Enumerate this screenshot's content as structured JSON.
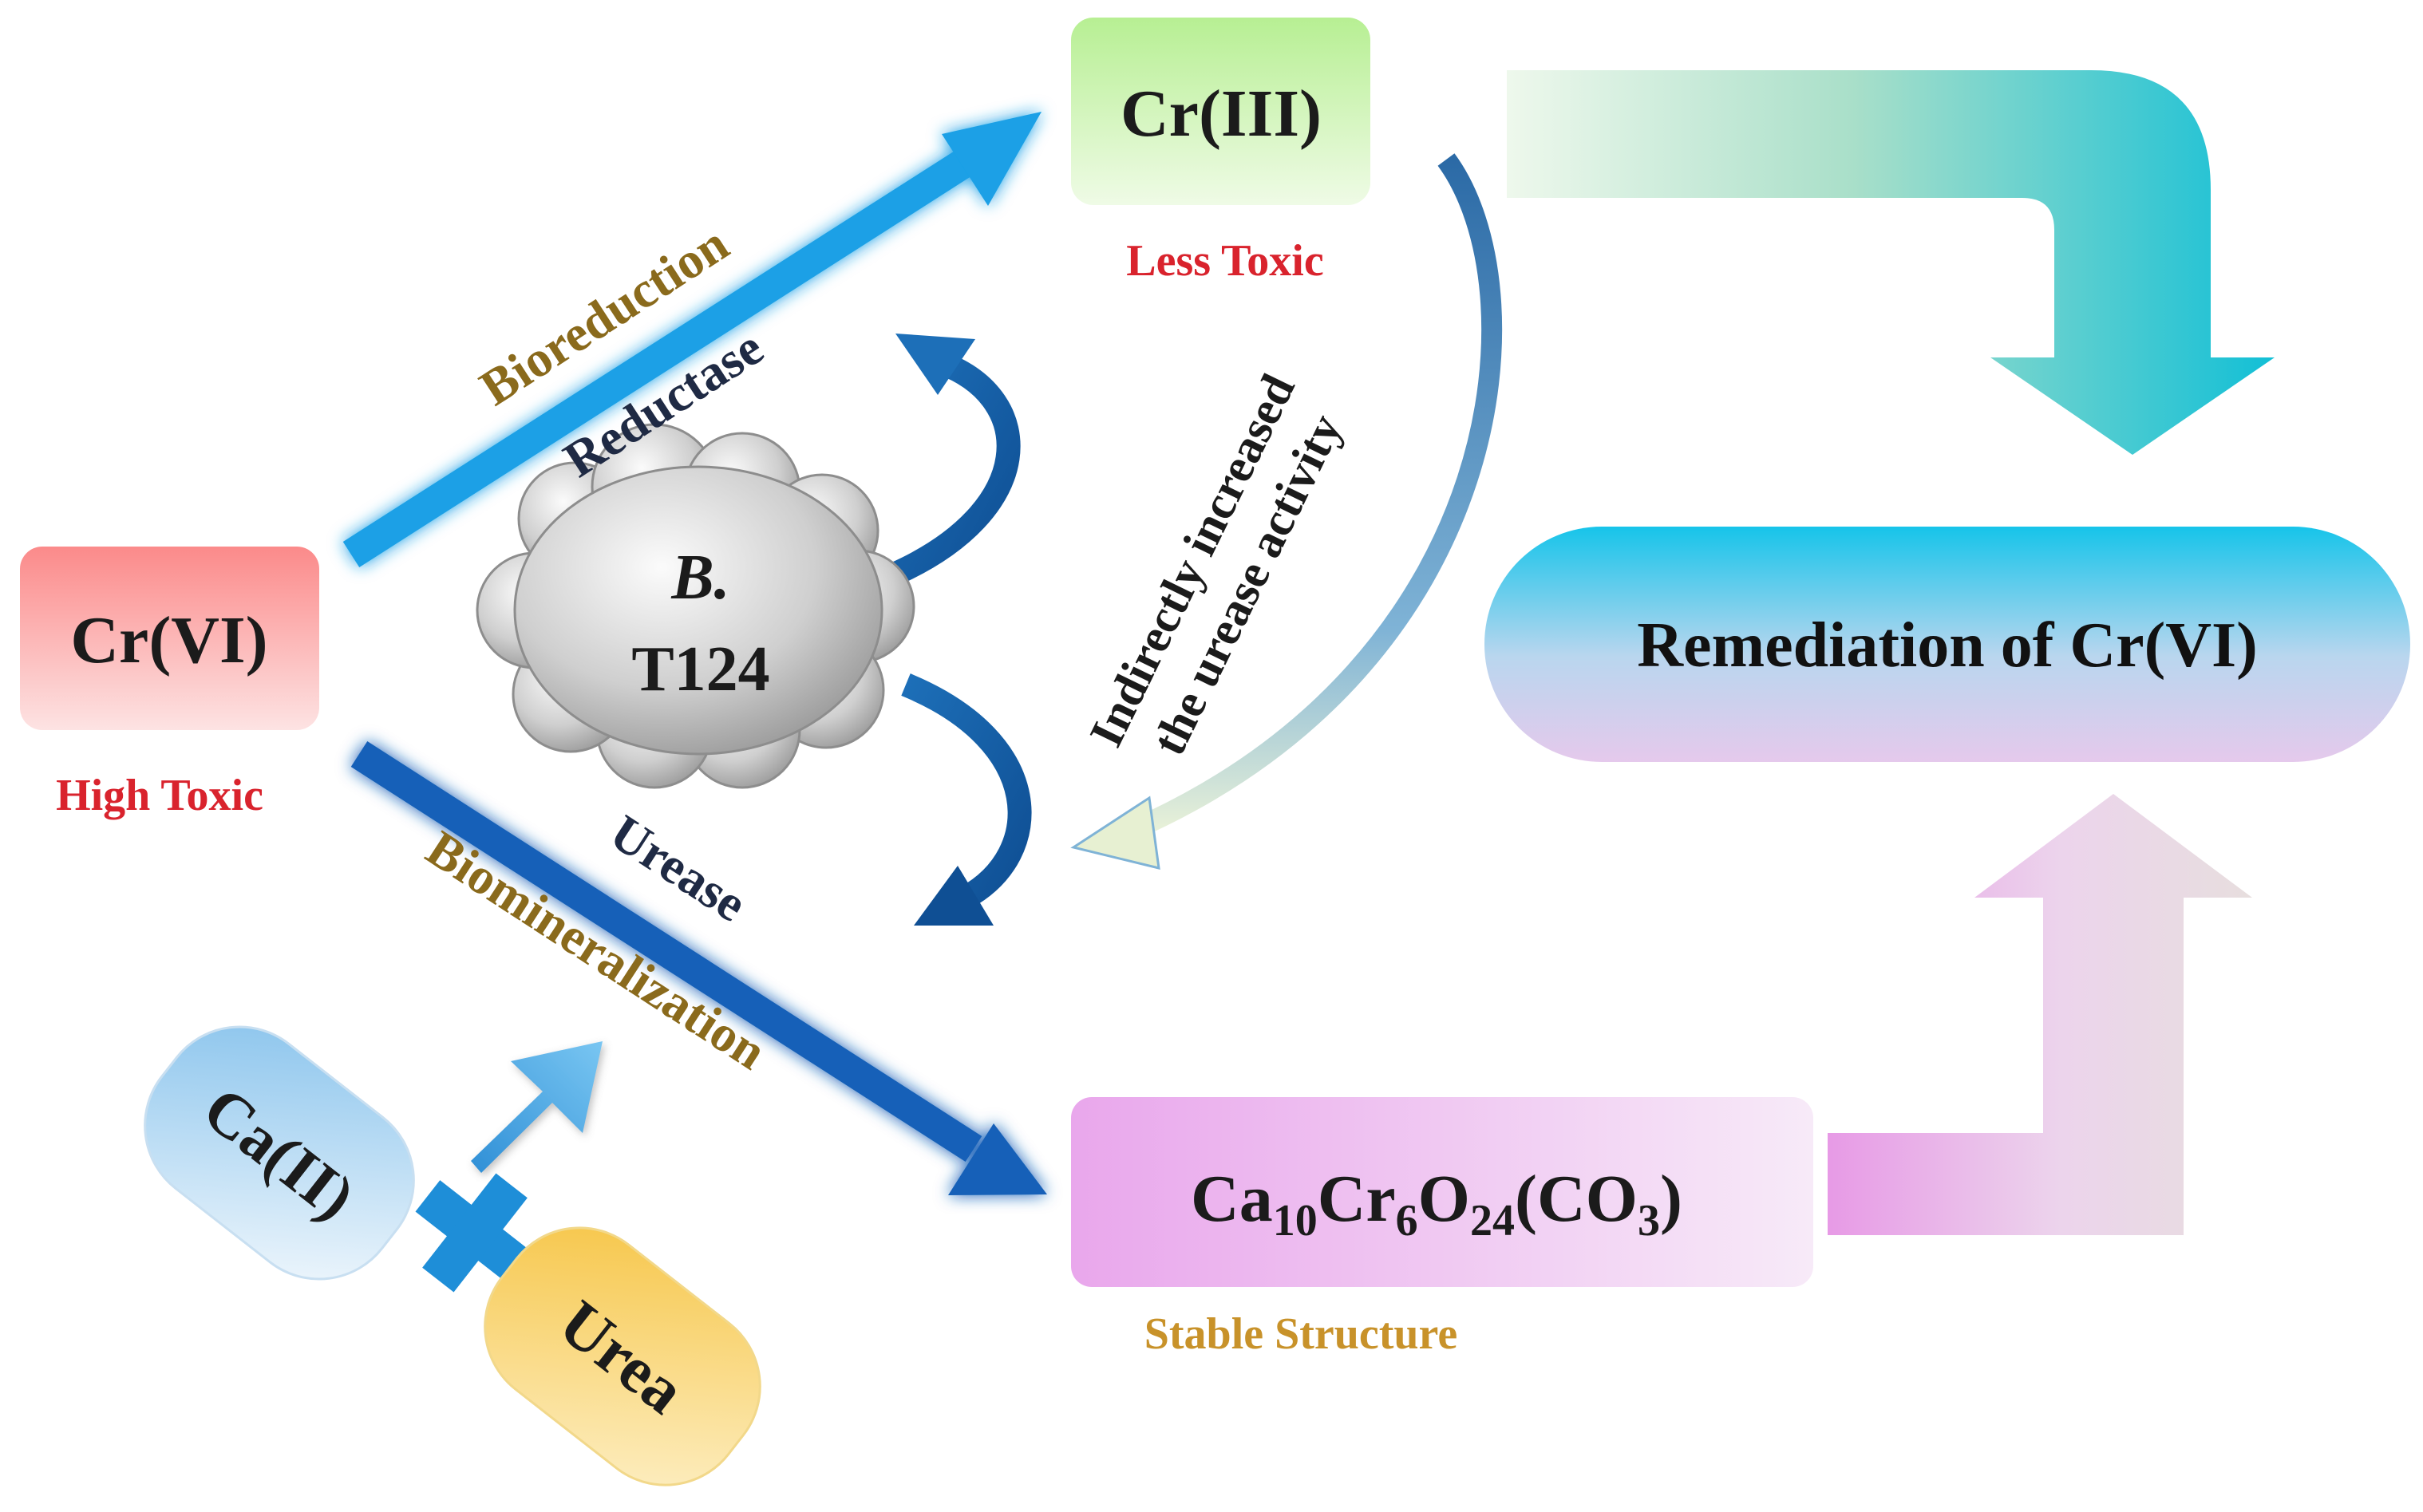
{
  "nodes": {
    "cr6": {
      "label": "Cr(VI)",
      "sub": "High Toxic"
    },
    "cr3": {
      "label": "Cr(III)",
      "sub": "Less Toxic"
    },
    "remediation": {
      "label": "Remediation of Cr(VI)"
    },
    "bacterium": {
      "line1": "B.",
      "line2": "T124"
    },
    "ca": {
      "label": "Ca(II)"
    },
    "urea": {
      "label": "Urea"
    },
    "product": {
      "parts": [
        {
          "t": "Ca",
          "sub": false
        },
        {
          "t": "10",
          "sub": true
        },
        {
          "t": "Cr",
          "sub": false
        },
        {
          "t": "6",
          "sub": true
        },
        {
          "t": "O",
          "sub": false
        },
        {
          "t": "24",
          "sub": true
        },
        {
          "t": "(CO",
          "sub": false
        },
        {
          "t": "3",
          "sub": true
        },
        {
          "t": ")",
          "sub": false
        }
      ],
      "sub_label": "Stable Structure"
    }
  },
  "arrows": {
    "bioreduction": "Bioreduction",
    "reductase": "Reductase",
    "biomineralization": "Biomineralization",
    "urease": "Urease",
    "feedback": [
      "Indirectly increased",
      "the urease activity"
    ]
  },
  "colors": {
    "toxic_red": "#d9232d",
    "stable_gold": "#c8922a",
    "process_brown": "#8a6a1c",
    "enzyme_navy": "#1f2a44",
    "blue_light": "#1aa0e6",
    "blue_dark": "#1560b8",
    "teal": "#1bb8d2"
  }
}
